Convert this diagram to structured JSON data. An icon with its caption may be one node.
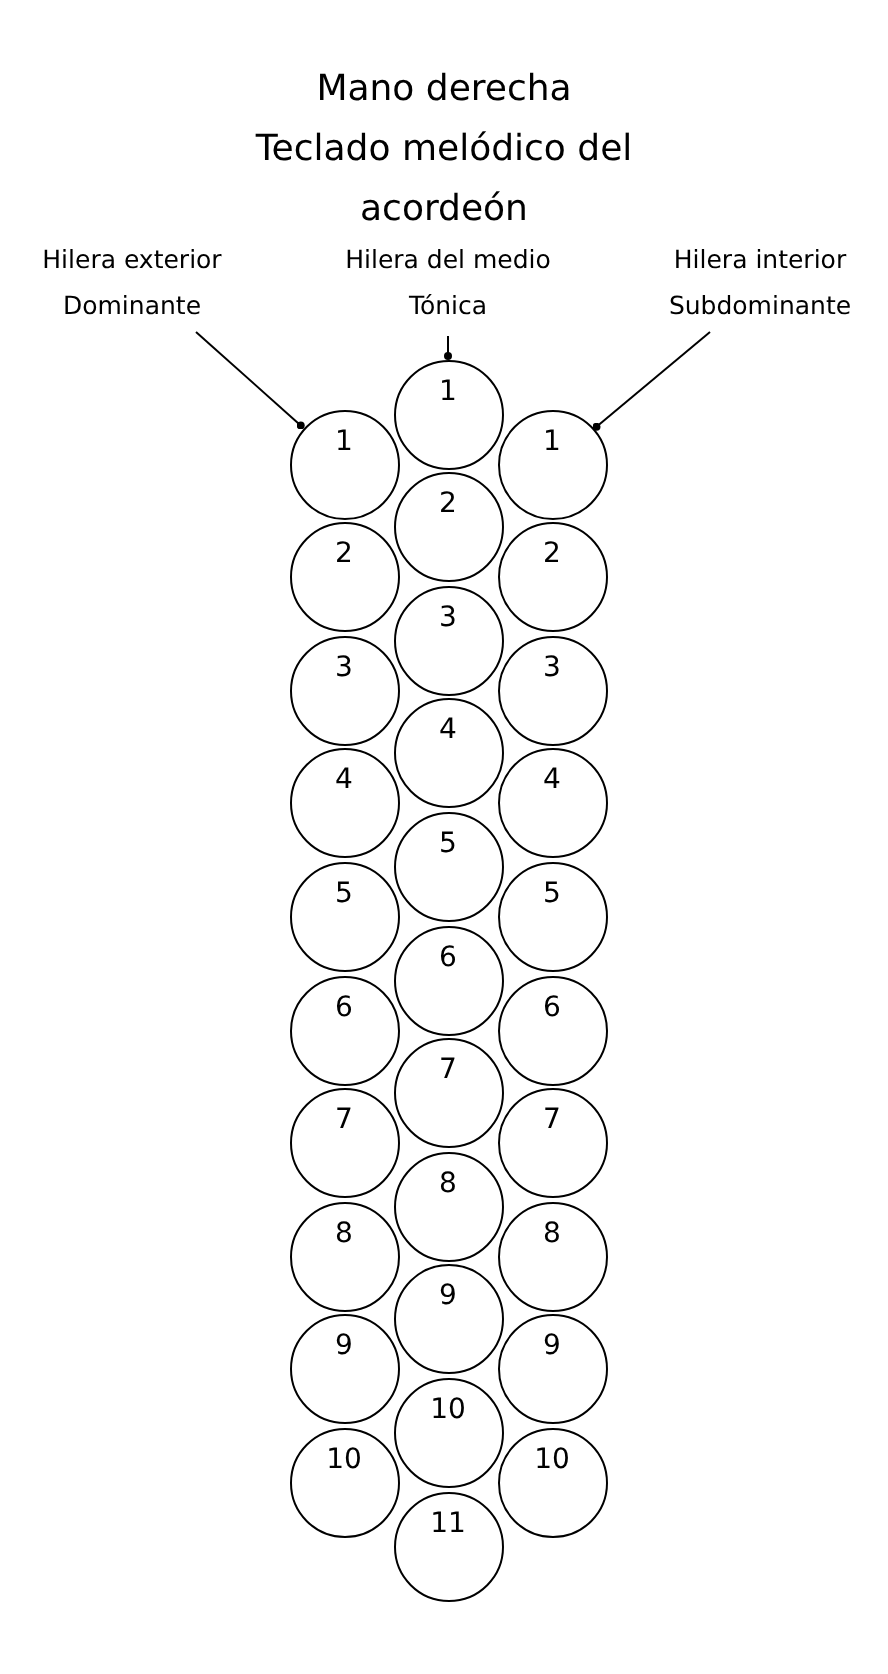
{
  "diagram": {
    "title": "Mano derecha Teclado melódico del acordeón",
    "nodes": [
      {
        "text": [
          "Hilera exterior",
          "Dominante"
        ]
      },
      {
        "text": [
          "Hilera del medio",
          "Tónica"
        ]
      },
      {
        "text": [
          "Hilera interior",
          "Subdominante"
        ]
      },
      {
        "text": [
          "1"
        ]
      },
      {
        "text": [
          "2"
        ]
      },
      {
        "text": [
          "3"
        ]
      },
      {
        "text": [
          "4"
        ]
      },
      {
        "text": [
          "5"
        ]
      },
      {
        "text": [
          "6"
        ]
      },
      {
        "text": [
          "7"
        ]
      },
      {
        "text": [
          "8"
        ]
      },
      {
        "text": [
          "9"
        ]
      },
      {
        "text": [
          "10"
        ]
      },
      {
        "text": [
          "1"
        ]
      },
      {
        "text": [
          "2"
        ]
      },
      {
        "text": [
          "3"
        ]
      },
      {
        "text": [
          "4"
        ]
      },
      {
        "text": [
          "5"
        ]
      },
      {
        "text": [
          "6"
        ]
      },
      {
        "text": [
          "7"
        ]
      },
      {
        "text": [
          "8"
        ]
      },
      {
        "text": [
          "9"
        ]
      },
      {
        "text": [
          "10"
        ]
      },
      {
        "text": [
          "11"
        ]
      },
      {
        "text": [
          "1"
        ]
      },
      {
        "text": [
          "2"
        ]
      },
      {
        "text": [
          "3"
        ]
      },
      {
        "text": [
          "4"
        ]
      },
      {
        "text": [
          "5"
        ]
      },
      {
        "text": [
          "6"
        ]
      },
      {
        "text": [
          "7"
        ]
      },
      {
        "text": [
          "8"
        ]
      },
      {
        "text": [
          "9"
        ]
      },
      {
        "text": [
          "10"
        ]
      }
    ],
    "edges": [
      {
        "from": 0,
        "to": 3,
        "arrow": "other"
      },
      {
        "from": 1,
        "to": 13,
        "arrow": "other"
      },
      {
        "from": 2,
        "to": 24,
        "arrow": "other"
      }
    ]
  }
}
